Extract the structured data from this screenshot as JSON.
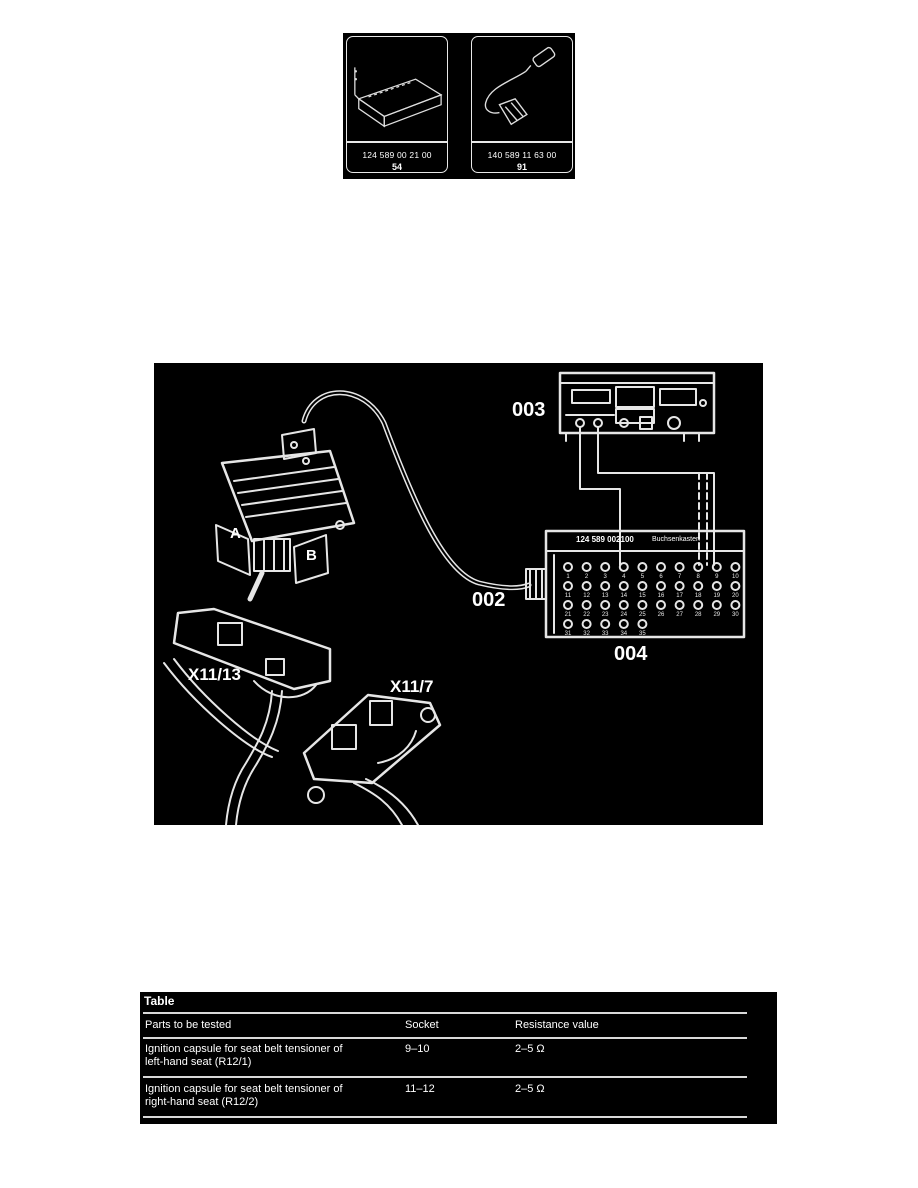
{
  "tools": [
    {
      "part_number": "124 589 00 21 00",
      "number": "54"
    },
    {
      "part_number": "140 589 11 63 00",
      "number": "91"
    }
  ],
  "diagram": {
    "label_tester": "003",
    "label_cable": "002",
    "label_socket_box": "004",
    "label_connector_1": "X11/13",
    "label_connector_2": "X11/7",
    "plug_a": "A",
    "plug_b": "B",
    "socket_box_text": "124 589 002100",
    "socket_box_text_2": "Buchsenkasten",
    "socket_numbers_row1": [
      "1",
      "2",
      "3",
      "4",
      "5",
      "6",
      "7",
      "8",
      "9",
      "10"
    ],
    "socket_numbers_row2": [
      "11",
      "12",
      "13",
      "14",
      "15",
      "16",
      "17",
      "18",
      "19",
      "20"
    ],
    "socket_numbers_row3": [
      "21",
      "22",
      "23",
      "24",
      "25",
      "26",
      "27",
      "28",
      "29",
      "30"
    ],
    "socket_numbers_row4": [
      "31",
      "32",
      "33",
      "34",
      "35"
    ]
  },
  "table": {
    "title": "Table",
    "headers": [
      "Parts to be tested",
      "Socket",
      "Resistance value"
    ],
    "rows": [
      {
        "part_line1": "Ignition capsule for seat belt tensioner of",
        "part_line2": "left-hand seat (R12/1)",
        "socket": "9–10",
        "resistance": "2–5 Ω"
      },
      {
        "part_line1": "Ignition capsule for seat belt tensioner of",
        "part_line2": "right-hand seat (R12/2)",
        "socket": "11–12",
        "resistance": "2–5 Ω"
      }
    ]
  }
}
